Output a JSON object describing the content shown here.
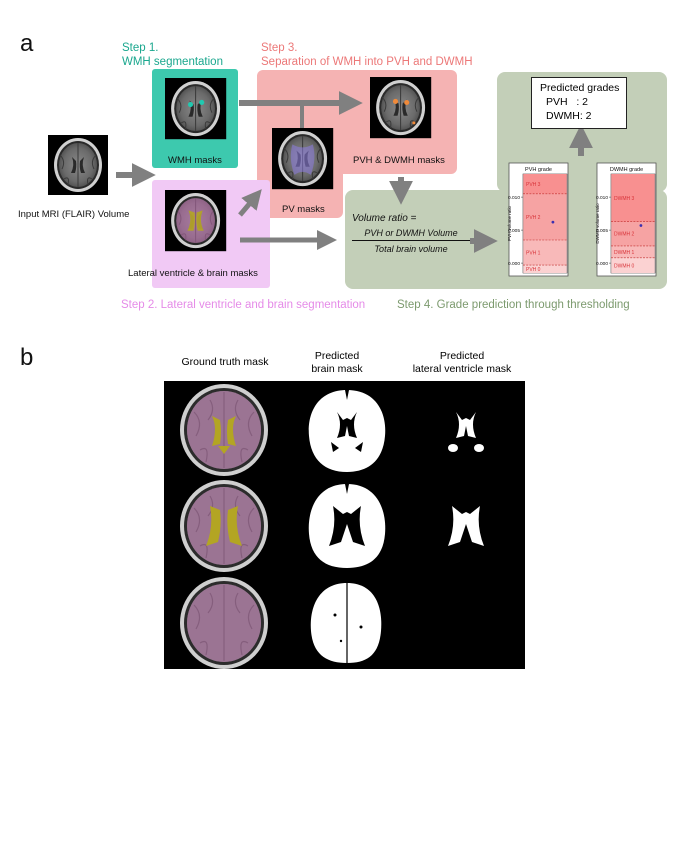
{
  "panel_a": {
    "letter": "a",
    "step1": {
      "title": "Step 1.",
      "subtitle": "WMH segmentation",
      "color": "#1aa78e"
    },
    "step2": {
      "title": "Step 2. Lateral ventricle and brain segmentation",
      "color": "#e58be8"
    },
    "step3": {
      "title": "Step 3.",
      "subtitle": "Separation of WMH into PVH and DWMH",
      "color": "#ec7878"
    },
    "step4": {
      "title": "Step 4. Grade prediction through thresholding",
      "color": "#7c9a6e"
    },
    "captions": {
      "input": "Input MRI (FLAIR) Volume",
      "wmh_masks": "WMH masks",
      "pv_masks": "PV masks",
      "pvh_dwmh_masks": "PVH & DWMH masks",
      "lv_brain_masks": "Lateral ventricle & brain masks"
    },
    "volume_ratio": {
      "label": "Volume ratio =",
      "numerator": "PVH or DWMH Volume",
      "denominator": "Total brain volume"
    },
    "predicted": {
      "title": "Predicted grades",
      "pvh": "PVH   : 2",
      "dwmh": "DWMH: 2"
    },
    "colors": {
      "teal_box": "#3dc9ae",
      "pink_box": "#f5b3b3",
      "violet_box": "#f1c9f5",
      "green_box": "#c3cfb8",
      "arrow": "#808080"
    },
    "charts": [
      {
        "title": "PVH grade",
        "ylabel": "PVH volume ratio",
        "ticks": [
          "0.010",
          "0.005",
          "0.000"
        ],
        "tick_values": [
          0.01,
          0.005,
          0.0
        ],
        "ylim": [
          -0.0015,
          0.0135
        ],
        "bands": [
          "PVH 3",
          "PVH 2",
          "PVH 1",
          "PVH 0"
        ],
        "thresholds": [
          0.0105,
          0.0035,
          -0.0003
        ],
        "point": 0.0062
      },
      {
        "title": "DWMH grade",
        "ylabel": "DWMH volume ratio",
        "ticks": [
          "0.010",
          "0.005",
          "0.000"
        ],
        "tick_values": [
          0.01,
          0.005,
          0.0
        ],
        "ylim": [
          -0.0015,
          0.0135
        ],
        "bands": [
          "DWMH 3",
          "DWMH 2",
          "DWMH 1",
          "DWMH 0"
        ],
        "thresholds": [
          0.0063,
          0.0026,
          0.0008
        ],
        "point": 0.0057
      }
    ]
  },
  "panel_b": {
    "letter": "b",
    "columns": [
      "Ground truth mask",
      "Predicted\nbrain mask",
      "Predicted\nlateral ventricle mask"
    ]
  }
}
